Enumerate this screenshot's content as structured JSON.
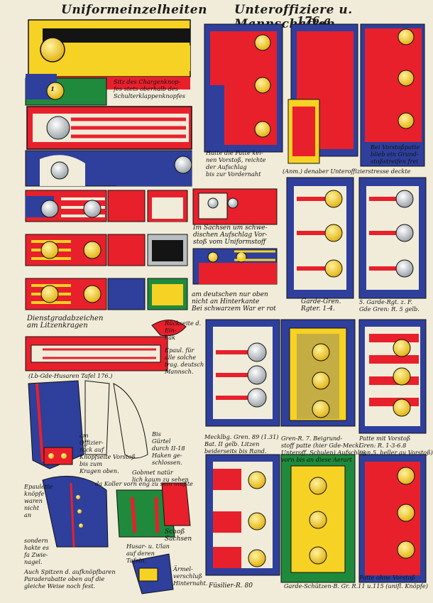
{
  "header": {
    "title_left": "Uniformeinzelheiten",
    "title_right": "Unteroffiziere u. Mannschaften",
    "year": "176.a"
  },
  "captions": {
    "chargen": "Sitz des Chargenknop-\nfes stets oberhalb des\nSchulterklappenknopfes",
    "patte": "Hatte die Patte kei-\nnen Vorstoß, reichte\nder Aufschlag\nbis zur Vordernaht",
    "vorstosspatte": "Bei Vorstoßpatte\nblieb ein Grund-\nstoßstreifen frei",
    "unteroffizier": "(Anm.) denaber Unteroffizierstresse deckte",
    "sachsen": "Im Sachsen um schwe-\ndischen Aufschlag Vor-\nstoß vom Uniformstoff",
    "deutschen": "am deutschen nur oben\nnicht an Hinterkante\nBei schwarzem War er rot",
    "garde_gren": "Garde-Gren.\nRgter. 1-4.",
    "garde_rgt": "5. Garde-Rgt. z. F.\nGde Gren: R. 5 gelb.",
    "dienstgrad": "Dienstgradabzeichen\nam Litzenkragen",
    "rueckseite": "Rückseite d.\nEin-\nhak",
    "epaul": "Epaul. für\nalle solche\ntrag. deutsch\nMannsch.",
    "husaren": "(Lb-Gde-Husaren Tafel 176.)",
    "offizier": "am\nOffizier-\nrock auf\nKnopfseite Vorstoß\nbis zum\nKragen oben.",
    "bis_gurtel": "Bis\nGürtel\ndurch II-18\nHaken ge-\nschlossen.",
    "gobmet": "Gobmet natür\nlich kaum zu sehen",
    "koller": "da Koller vorn eng zu sein mußte",
    "mecklbg": "Mecklbg. Gren. 89 (1.31)\nBat. II gelb. Litzen\nbeiderseits bis Rand.",
    "gren_r7": "Gren-R. 7. Beigrund-\nstoff patte (hier Gde-Meckl\nUnteroff. Schulen) Aufschlag\nvorn bis an diese Aerart",
    "patte_mit": "Patte mit Vorstoß\nGren: R. 1-3-6.8\n(6.n.5. heller au Vorstoß)",
    "epaulette": "Epaulette\nknöpfe\nwaren\nnicht\nan",
    "sonder": "sondern\nhakte es\nfa Zwie-\nnagel.",
    "spitzen": "Auch Spitzen d. aufknöpfbaren\nParaderabatte oben auf die\ngleiche Weise noch fest.",
    "husar_ulan": "Husar- u. Ulan\nauf deren\nTafeln.",
    "schoss": "Schoß\nSachsen",
    "armel": "Ärmel-\nverschluß\nHinternaht.",
    "fusilier": "Füsilier-R. 80",
    "garde_schuetzen": "Garde-Schützen-B. Gr. R.11 u.115 (unifl. Knöpfe)",
    "patte_ohne": "Patte ohne Vorstoß"
  },
  "badge_number": "1",
  "colors": {
    "red": "#e8202c",
    "blue": "#2e3f9c",
    "yellow": "#f6d224",
    "green": "#1f8a3c",
    "black": "#141414",
    "paper": "#f1ecd9",
    "grey": "#b9bec2"
  }
}
